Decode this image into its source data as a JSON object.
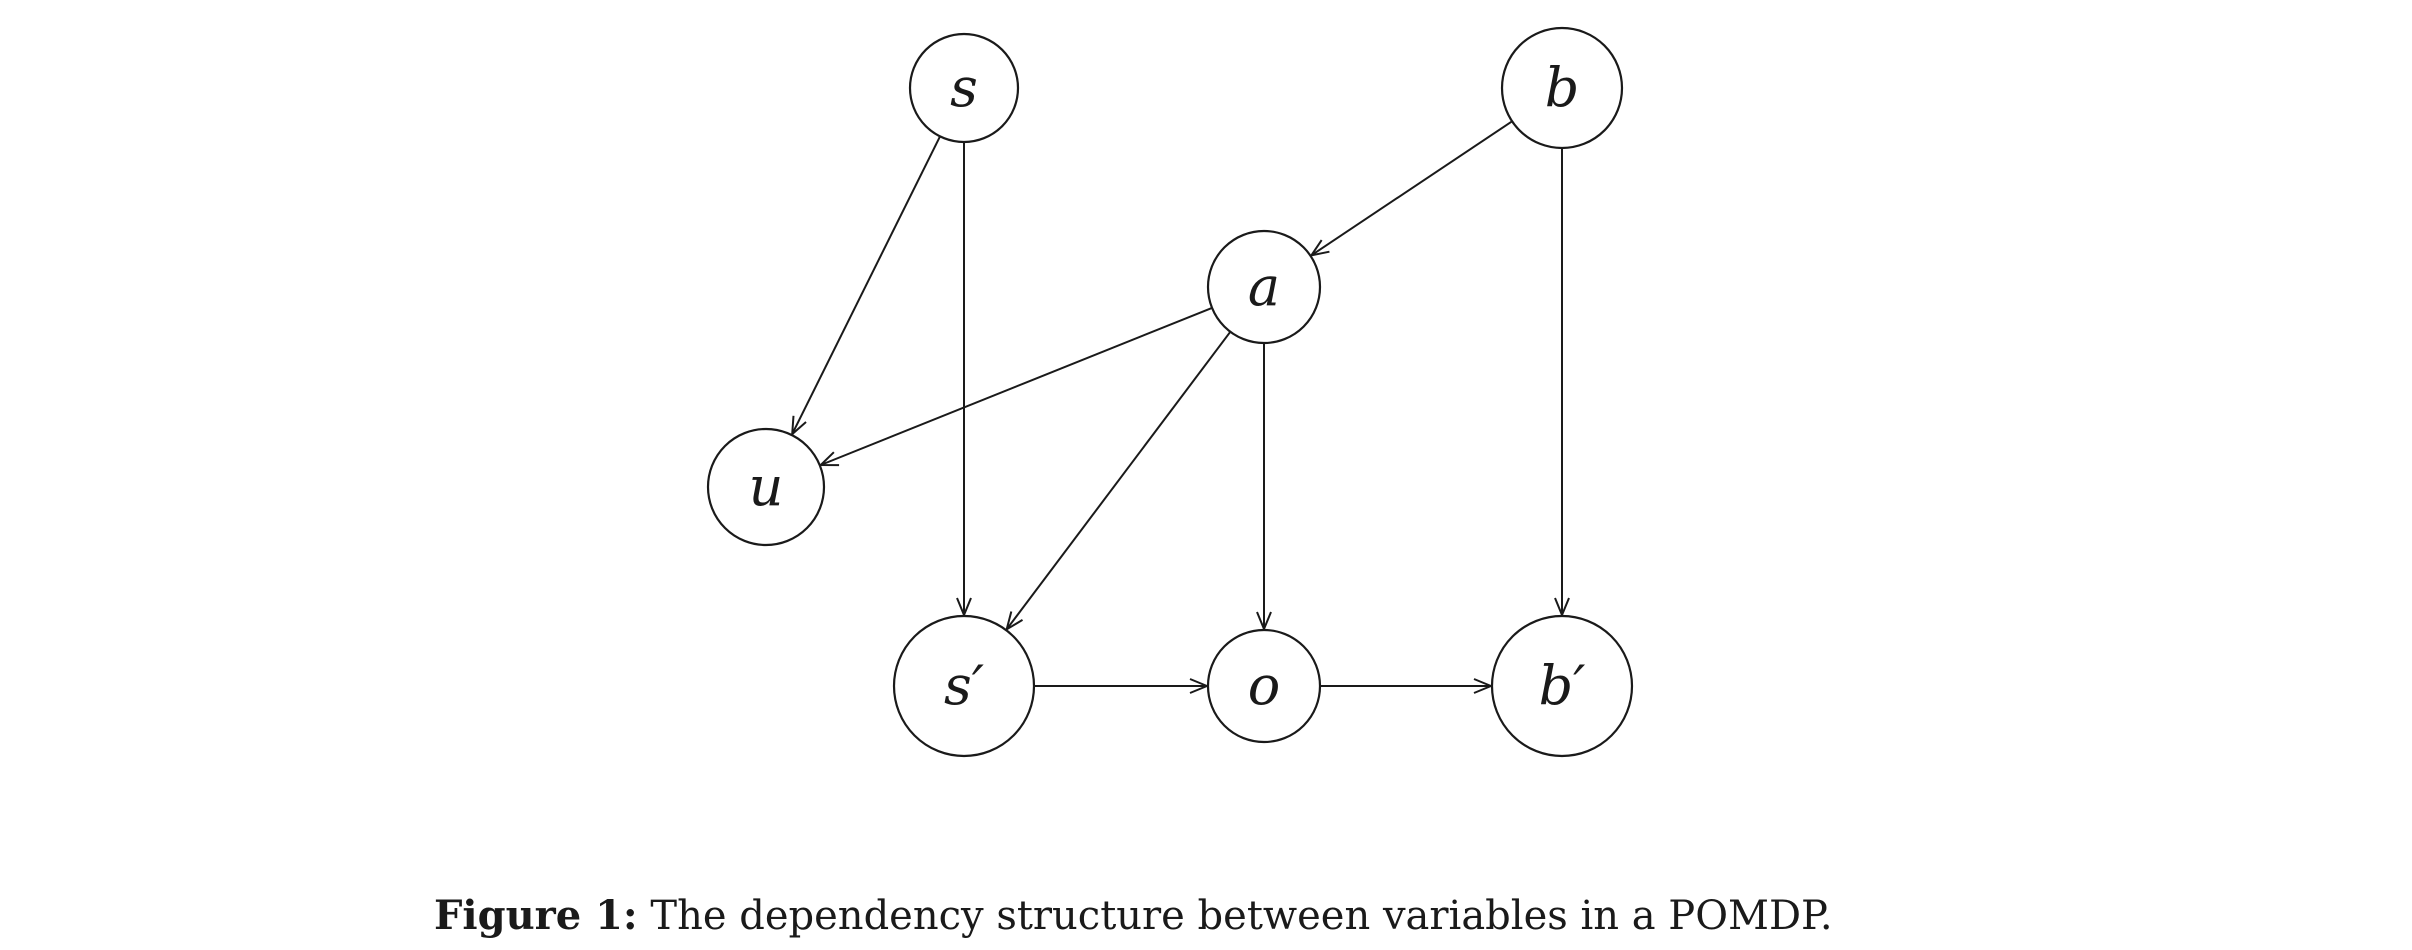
{
  "nodes": [
    {
      "id": "s",
      "label": "s"
    },
    {
      "id": "b",
      "label": "b"
    },
    {
      "id": "a",
      "label": "a"
    },
    {
      "id": "u",
      "label": "u"
    },
    {
      "id": "s_prime",
      "label": "s′"
    },
    {
      "id": "o",
      "label": "o"
    },
    {
      "id": "b_prime",
      "label": "b′"
    }
  ],
  "edges": [
    {
      "from": "s",
      "to": "u"
    },
    {
      "from": "s",
      "to": "s_prime"
    },
    {
      "from": "b",
      "to": "a"
    },
    {
      "from": "b",
      "to": "b_prime"
    },
    {
      "from": "a",
      "to": "u"
    },
    {
      "from": "a",
      "to": "s_prime"
    },
    {
      "from": "a",
      "to": "o"
    },
    {
      "from": "s_prime",
      "to": "o"
    },
    {
      "from": "o",
      "to": "b_prime"
    }
  ],
  "caption": {
    "label": "Figure 1:",
    "text": " The dependency structure between variables in a POMDP."
  }
}
